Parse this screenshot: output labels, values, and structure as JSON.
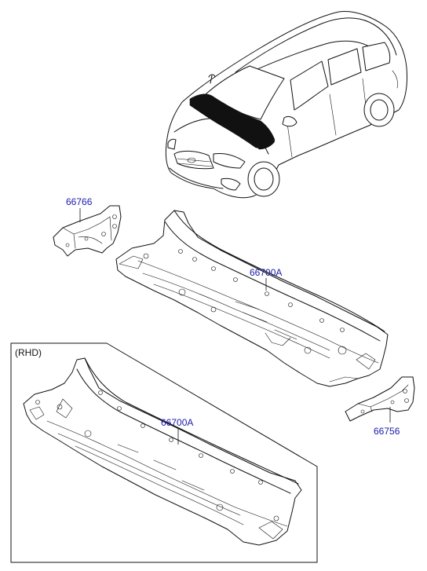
{
  "callouts": {
    "bracket_left": "66766",
    "cowl_panel_lhd": "66700A",
    "cowl_panel_rhd": "66700A",
    "bracket_right": "66756"
  },
  "rhd_frame": {
    "label": "(RHD)"
  },
  "colors": {
    "callout_text": "#1a1aa8",
    "line_art": "#111111",
    "background": "#ffffff"
  }
}
